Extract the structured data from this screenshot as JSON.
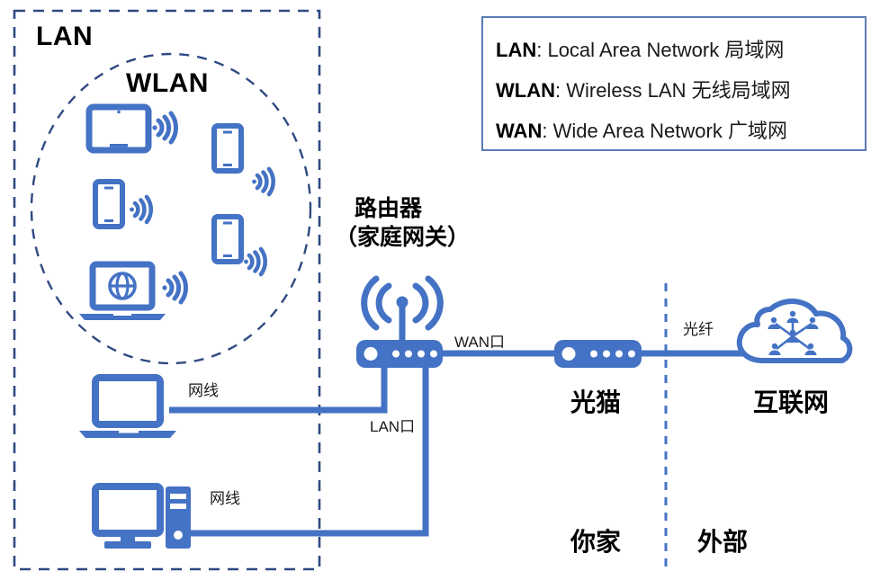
{
  "diagram": {
    "title_lan": "LAN",
    "title_wlan": "WLAN",
    "colors": {
      "device_blue": "#4472C4",
      "cable_blue": "#4472C4",
      "dashed_navy": "#2F4A82",
      "legend_border": "#5B7CB5",
      "text_black": "#000000"
    }
  },
  "legend": {
    "rows": [
      {
        "abbr": "LAN",
        "sep": ": ",
        "expansion": "Local Area Network ",
        "chinese": "局域网"
      },
      {
        "abbr": "WLAN",
        "sep": ": ",
        "expansion": "Wireless LAN ",
        "chinese": "无线局域网"
      },
      {
        "abbr": "WAN",
        "sep": ": ",
        "expansion": "Wide Area Network ",
        "chinese": "广域网"
      }
    ]
  },
  "router": {
    "label_line1": "路由器",
    "label_line2": "（家庭网关）",
    "wan_port_label": "WAN口",
    "lan_port_label": "LAN口"
  },
  "modem": {
    "label": "光猫"
  },
  "internet": {
    "label": "互联网"
  },
  "links": {
    "fiber_label": "光纤",
    "ethernet_label_laptop": "网线",
    "ethernet_label_desktop": "网线"
  },
  "zones": {
    "home": "你家",
    "external": "外部"
  },
  "wireless_devices": [
    {
      "name": "tablet",
      "label": ""
    },
    {
      "name": "phone-left-upper",
      "label": ""
    },
    {
      "name": "phone-right-upper",
      "label": ""
    },
    {
      "name": "phone-right-lower",
      "label": ""
    },
    {
      "name": "laptop-globe",
      "label": ""
    }
  ],
  "wired_devices": [
    {
      "name": "laptop",
      "label": ""
    },
    {
      "name": "desktop-pc",
      "label": ""
    }
  ]
}
